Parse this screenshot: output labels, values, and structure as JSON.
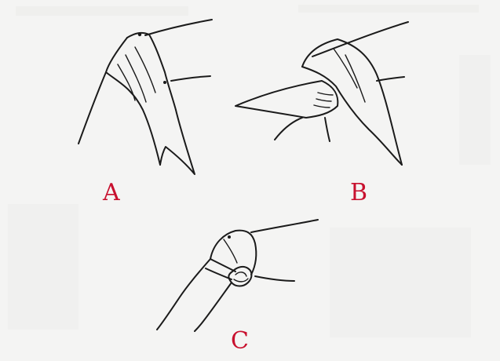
{
  "figure": {
    "panels": [
      {
        "id": "A",
        "label": "A"
      },
      {
        "id": "B",
        "label": "B"
      },
      {
        "id": "C",
        "label": "C"
      }
    ],
    "label_color": "#c8102e",
    "ink_color": "#1b1b1b",
    "background": "#f4f4f3"
  }
}
